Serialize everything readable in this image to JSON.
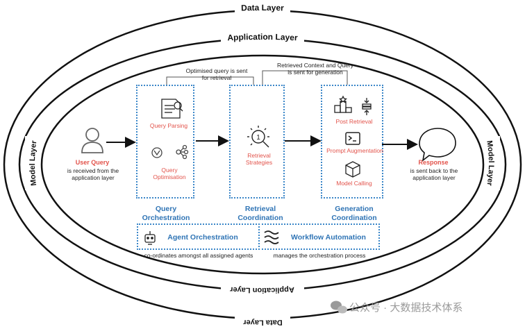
{
  "layers": {
    "data_top": "Data Layer",
    "application_top": "Application Layer",
    "model_left": "Model Layer",
    "model_right": "Model Layer",
    "application_bottom": "Application Layer",
    "data_bottom": "Data Layer"
  },
  "notes": {
    "optimised": "Optimised query is sent for retrieval",
    "retrieved": "Retrieved Context and Query is sent for generation"
  },
  "user": {
    "title": "User Query",
    "desc": "is received from the application layer"
  },
  "query_box": {
    "parsing": "Query Parsing",
    "optimisation": "Query Optimisation",
    "caption": "Query Orchestration"
  },
  "retrieval_box": {
    "strategies": "Retrieval Strategies",
    "caption": "Retrieval Coordination"
  },
  "generation_box": {
    "post": "Post Retrieval",
    "augment": "Prompt Augmentation",
    "model": "Model Calling",
    "caption": "Generation Coordination"
  },
  "response": {
    "title": "Response",
    "desc": "is sent back to the application layer"
  },
  "agent": {
    "label": "Agent Orchestration",
    "desc": "co-ordinates amongst all assigned agents"
  },
  "workflow": {
    "label": "Workflow Automation",
    "desc": "manages the orchestration process"
  },
  "watermark": "公众号 · 大数据技术体系",
  "colors": {
    "accent_blue": "#3a86c8",
    "accent_red": "#e2524a",
    "ink": "#111111"
  }
}
